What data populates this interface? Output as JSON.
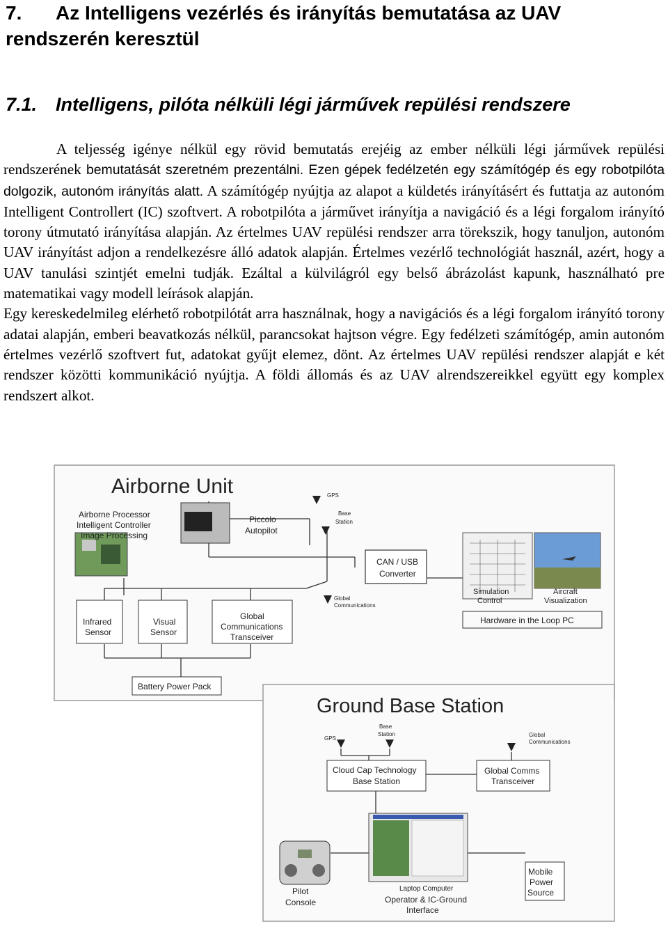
{
  "heading": {
    "number": "7.",
    "line1": "Az Intelligens vezérlés és irányítás bemutatása az UAV",
    "line2": "rendszerén keresztül"
  },
  "subheading": {
    "number": "7.1.",
    "title": "Intelligens, pilóta nélküli légi járművek repülési rendszere"
  },
  "paragraph1": {
    "a": "A teljesség igénye nélkül egy rövid bemutatás erejéig az ember nélküli légi járművek repülési rendszerének ",
    "b": "bemutatását szeretném prezentálni. Ezen gépek fedélzetén egy számítógép és egy robotpilóta dolgozik, autonóm irányítás alatt.",
    "c": " A számítógép nyújtja az alapot a küldetés irányításért és futtatja az autonóm Intelligent Controllert (IC) szoftvert. A robotpilóta a járművet irányítja a navigáció és a légi forgalom irányító torony útmutató irányítása alapján. Az értelmes UAV repülési rendszer arra törekszik, hogy tanuljon, autonóm UAV irányítást adjon a rendelkezésre álló adatok alapján. Értelmes vezérlő technológiát használ, azért, hogy a UAV tanulási szintjét emelni tudják. Ezáltal a külvilágról egy belső ábrázolást kapunk, használható pre matematikai vagy modell leírások alapján."
  },
  "paragraph2": "Egy kereskedelmileg elérhető robotpilótát arra használnak, hogy a navigációs és a légi forgalom irányító torony adatai alapján, emberi beavatkozás nélkül, parancsokat hajtson végre. Egy fedélzeti számítógép, amin autonóm értelmes vezérlő szoftvert fut, adatokat gyűjt elemez, dönt. Az értelmes UAV repülési rendszer alapját e két rendszer közötti kommunikáció nyújtja. A földi állomás és az UAV alrendszereikkel együtt egy komplex rendszert alkot.",
  "figure": {
    "airborne_title": "Airborne Unit",
    "processor": [
      "Airborne Processor",
      "Intelligent Controller",
      "Image Processing"
    ],
    "piccolo": [
      "Piccolo",
      "Autopilot"
    ],
    "gps": "GPS",
    "base_station": [
      "Base",
      "Station"
    ],
    "can_usb": [
      "CAN / USB",
      "Converter"
    ],
    "simulation": [
      "Simulation",
      "Control"
    ],
    "aircraft": [
      "Aircraft",
      "Visualization"
    ],
    "hil": "Hardware in the Loop PC",
    "global_comm_small": [
      "Global",
      "Communications"
    ],
    "infrared": [
      "Infrared",
      "Sensor"
    ],
    "visual": [
      "Visual",
      "Sensor"
    ],
    "transceiver": [
      "Global",
      "Communications",
      "Transceiver"
    ],
    "battery": "Battery Power Pack",
    "ground_title": "Ground Base Station",
    "gb_gps": "GPS",
    "gb_base": [
      "Base",
      "Station"
    ],
    "gb_global": [
      "Global",
      "Communications"
    ],
    "cloudcap": [
      "Cloud Cap Technology",
      "Base Station"
    ],
    "comms": [
      "Global Comms",
      "Transceiver"
    ],
    "pilot": [
      "Pilot",
      "Console"
    ],
    "laptop": "Laptop Computer",
    "operator": [
      "Operator & IC-Ground",
      "Interface"
    ],
    "mobile": [
      "Mobile",
      "Power",
      "Source"
    ]
  }
}
